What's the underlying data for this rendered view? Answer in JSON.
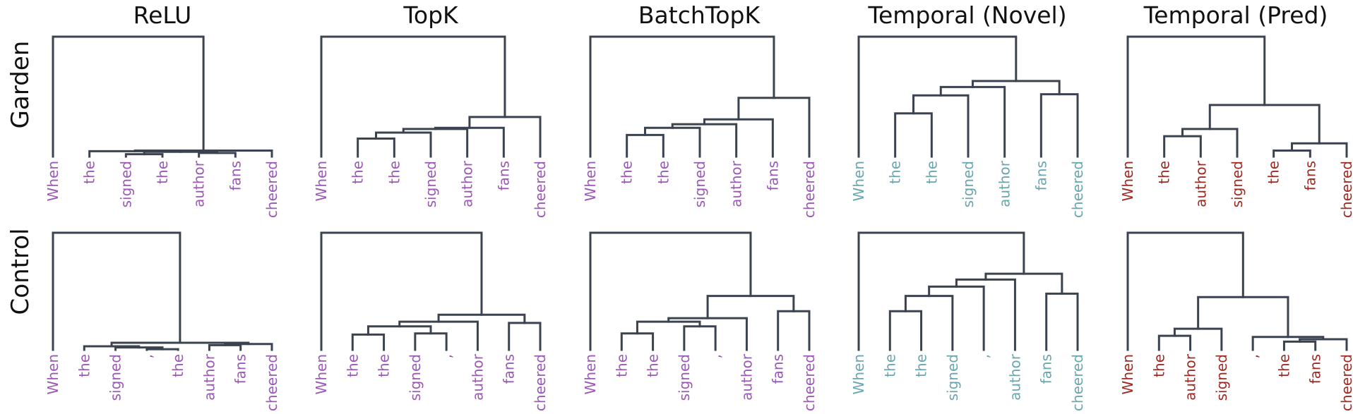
{
  "colors": {
    "tree": "#3b4350",
    "purple": "#9b59b6",
    "teal": "#6aa6b0",
    "red": "#9e2a22"
  },
  "columns": [
    {
      "title": "ReLU",
      "color": "purple"
    },
    {
      "title": "TopK",
      "color": "purple"
    },
    {
      "title": "BatchTopK",
      "color": "purple"
    },
    {
      "title": "Temporal (Novel)",
      "color": "teal"
    },
    {
      "title": "Temporal (Pred)",
      "color": "red"
    }
  ],
  "rows": [
    {
      "label": "Garden",
      "leaves": [
        "When",
        "the",
        "signed",
        "the",
        "author",
        "fans",
        "cheered"
      ],
      "trees": [
        {
          "leaves": [
            "When",
            "the",
            "signed",
            "the",
            "author",
            "fans",
            "cheered"
          ],
          "merges": [
            [
              2,
              3,
              0.02
            ],
            [
              4,
              5,
              0.03
            ],
            [
              7,
              8,
              0.04
            ],
            [
              1,
              9,
              0.045
            ],
            [
              6,
              10,
              0.05
            ],
            [
              0,
              11,
              1.0
            ]
          ]
        },
        {
          "leaves": [
            "When",
            "the",
            "the",
            "signed",
            "author",
            "fans",
            "cheered"
          ],
          "merges": [
            [
              1,
              2,
              0.15
            ],
            [
              7,
              3,
              0.2
            ],
            [
              8,
              4,
              0.23
            ],
            [
              9,
              5,
              0.24
            ],
            [
              10,
              6,
              0.33
            ],
            [
              0,
              11,
              1.0
            ]
          ]
        },
        {
          "leaves": [
            "When",
            "the",
            "the",
            "signed",
            "author",
            "fans",
            "cheered"
          ],
          "merges": [
            [
              1,
              2,
              0.18
            ],
            [
              7,
              3,
              0.24
            ],
            [
              8,
              4,
              0.27
            ],
            [
              9,
              5,
              0.31
            ],
            [
              10,
              6,
              0.49
            ],
            [
              0,
              11,
              1.0
            ]
          ]
        },
        {
          "leaves": [
            "When",
            "the",
            "the",
            "signed",
            "author",
            "fans",
            "cheered"
          ],
          "merges": [
            [
              1,
              2,
              0.36
            ],
            [
              7,
              3,
              0.51
            ],
            [
              8,
              4,
              0.58
            ],
            [
              5,
              6,
              0.52
            ],
            [
              9,
              10,
              0.63
            ],
            [
              0,
              11,
              1.0
            ]
          ]
        },
        {
          "leaves": [
            "When",
            "the",
            "author",
            "signed",
            "the",
            "fans",
            "cheered"
          ],
          "merges": [
            [
              1,
              2,
              0.17
            ],
            [
              7,
              3,
              0.23
            ],
            [
              4,
              5,
              0.05
            ],
            [
              9,
              6,
              0.11
            ],
            [
              8,
              10,
              0.43
            ],
            [
              0,
              11,
              1.0
            ]
          ]
        }
      ]
    },
    {
      "label": "Control",
      "leaves": [
        "When",
        "the",
        "signed",
        ",",
        "the",
        "author",
        "fans",
        "cheered"
      ],
      "trees": [
        {
          "leaves": [
            "When",
            "the",
            "signed",
            ",",
            "the",
            "author",
            "fans",
            "cheered"
          ],
          "merges": [
            [
              3,
              4,
              0.005
            ],
            [
              2,
              8,
              0.02
            ],
            [
              5,
              6,
              0.04
            ],
            [
              10,
              7,
              0.05
            ],
            [
              1,
              9,
              0.03
            ],
            [
              12,
              11,
              0.06
            ],
            [
              0,
              13,
              1.0
            ]
          ]
        },
        {
          "leaves": [
            "When",
            "the",
            "the",
            "signed",
            ",",
            "author",
            "fans",
            "cheered"
          ],
          "merges": [
            [
              1,
              2,
              0.13
            ],
            [
              3,
              4,
              0.14
            ],
            [
              8,
              9,
              0.2
            ],
            [
              10,
              5,
              0.24
            ],
            [
              6,
              7,
              0.23
            ],
            [
              11,
              12,
              0.3
            ],
            [
              0,
              13,
              1.0
            ]
          ]
        },
        {
          "leaves": [
            "When",
            "the",
            "the",
            "signed",
            ",",
            "author",
            "fans",
            "cheered"
          ],
          "merges": [
            [
              1,
              2,
              0.14
            ],
            [
              3,
              4,
              0.2
            ],
            [
              8,
              9,
              0.24
            ],
            [
              10,
              5,
              0.27
            ],
            [
              6,
              7,
              0.33
            ],
            [
              11,
              12,
              0.46
            ],
            [
              0,
              13,
              1.0
            ]
          ]
        },
        {
          "leaves": [
            "When",
            "the",
            "the",
            "signed",
            ",",
            "author",
            "fans",
            "cheered"
          ],
          "merges": [
            [
              1,
              2,
              0.33
            ],
            [
              8,
              3,
              0.46
            ],
            [
              9,
              4,
              0.54
            ],
            [
              10,
              5,
              0.6
            ],
            [
              6,
              7,
              0.48
            ],
            [
              11,
              12,
              0.65
            ],
            [
              0,
              13,
              1.0
            ]
          ]
        },
        {
          "leaves": [
            "When",
            "the",
            "author",
            "signed",
            ",",
            "the",
            "fans",
            "cheered"
          ],
          "merges": [
            [
              1,
              2,
              0.12
            ],
            [
              8,
              3,
              0.18
            ],
            [
              5,
              6,
              0.07
            ],
            [
              10,
              7,
              0.09
            ],
            [
              4,
              11,
              0.11
            ],
            [
              12,
              9,
              0.45
            ],
            [
              0,
              13,
              1.0
            ]
          ]
        }
      ]
    }
  ]
}
